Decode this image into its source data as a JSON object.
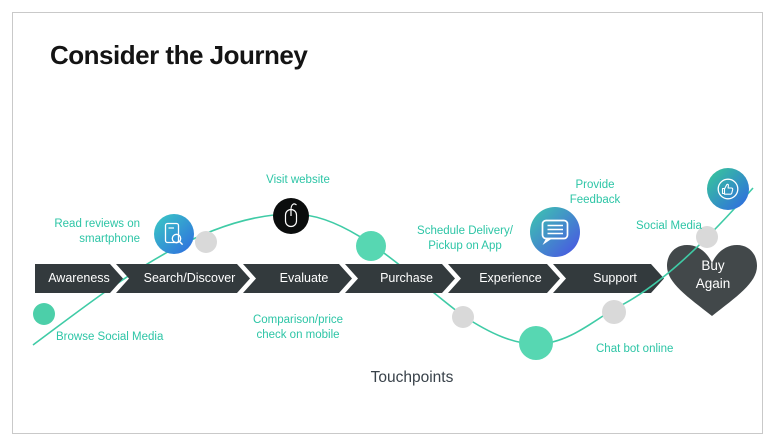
{
  "title": "Consider the Journey",
  "journey": {
    "stages": [
      "Awareness",
      "Search/Discover",
      "Evaluate",
      "Purchase",
      "Experience",
      "Support"
    ],
    "final_label": "Buy\nAgain"
  },
  "annotations": {
    "read_reviews": "Read reviews on\nsmartphone",
    "visit_website": "Visit website",
    "schedule_delivery": "Schedule Delivery/\nPickup on App",
    "provide_feedback": "Provide\nFeedback",
    "social_media": "Social Media",
    "browse_social_media": "Browse Social Media",
    "comparison_price": "Comparison/price\ncheck on mobile",
    "chat_bot": "Chat bot online"
  },
  "axis_label": "Touchpoints",
  "icons": [
    "review-search-icon",
    "mouse-icon",
    "chat-bubble-icon",
    "thumbs-up-icon"
  ],
  "colors": {
    "accent_teal": "#2dc5a6",
    "curve_teal": "#3fcba6",
    "band_dark": "#333a3d",
    "heart_dark": "#42484a",
    "dot_gray": "#d9d9d9",
    "dot_teal": "#57d7b2",
    "icon_black": "#0b0d0d",
    "icon_gradient_teal": "#39c9c0",
    "icon_gradient_blue": "#3559e4"
  }
}
